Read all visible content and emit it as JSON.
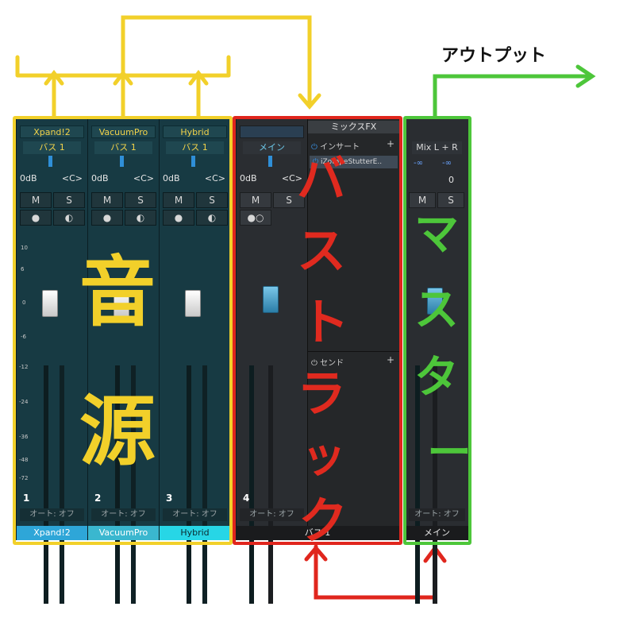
{
  "channels": [
    {
      "name": "Xpand!2",
      "route": "バス 1",
      "level": "0dB",
      "pan": "<C>",
      "mute": "M",
      "solo": "S",
      "number": "1",
      "auto": "オート: オフ",
      "footer": "Xpand!2"
    },
    {
      "name": "VacuumPro",
      "route": "バス 1",
      "level": "0dB",
      "pan": "<C>",
      "mute": "M",
      "solo": "S",
      "number": "2",
      "auto": "オート: オフ",
      "footer": "VacuumPro"
    },
    {
      "name": "Hybrid",
      "route": "バス 1",
      "level": "0dB",
      "pan": "<C>",
      "mute": "M",
      "solo": "S",
      "number": "3",
      "auto": "オート: オフ",
      "footer": "Hybrid"
    }
  ],
  "bus": {
    "route": "メイン",
    "level": "0dB",
    "pan": "<C>",
    "mute": "M",
    "solo": "S",
    "number": "4",
    "auto": "オート: オフ",
    "footer": "バス 1"
  },
  "mixfx": {
    "title": "ミックスFX",
    "insert_header": "インサート",
    "insert_item": "iZotopeStutterE..",
    "send_header": "センド",
    "plus": "+"
  },
  "master": {
    "route": "Mix L + R",
    "left_db": "-∞",
    "right_db": "-∞",
    "level": "0",
    "mute": "M",
    "solo": "S",
    "auto": "オート: オフ",
    "footer": "メイン"
  },
  "scale_ticks": [
    "10",
    "6",
    "0",
    "-6",
    "-12",
    "-24",
    "-36",
    "-48",
    "-72"
  ],
  "annotations": {
    "source_label_1": "音",
    "source_label_2": "源",
    "bus_label": [
      "バ",
      "ス",
      "ト",
      "ラ",
      "ッ",
      "ク"
    ],
    "master_label": [
      "マ",
      "ス",
      "タ",
      "ー"
    ],
    "output_label": "アウトプット"
  },
  "colors": {
    "yellow": "#f2d02a",
    "red": "#e0261d",
    "green": "#4dc63a",
    "bus_text": "#e02a1f"
  }
}
